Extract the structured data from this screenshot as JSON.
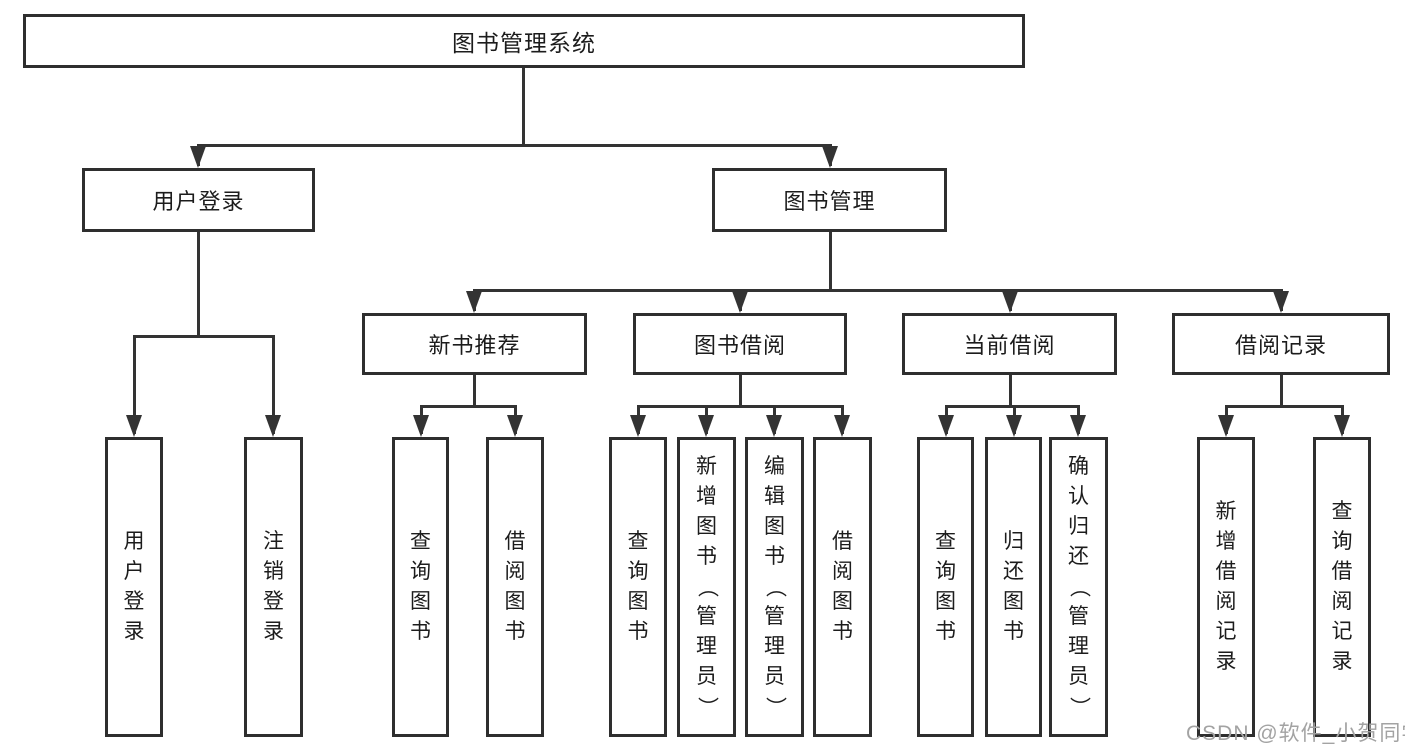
{
  "diagram": {
    "title": "图书管理系统",
    "root": {
      "label": "图书管理系统"
    },
    "level2": [
      {
        "label": "用户登录"
      },
      {
        "label": "图书管理"
      }
    ],
    "level3": [
      {
        "label": "新书推荐"
      },
      {
        "label": "图书借阅"
      },
      {
        "label": "当前借阅"
      },
      {
        "label": "借阅记录"
      }
    ],
    "leaves": [
      {
        "label": "用户登录",
        "parent": "用户登录"
      },
      {
        "label": "注销登录",
        "parent": "用户登录"
      },
      {
        "label": "查询图书",
        "parent": "新书推荐"
      },
      {
        "label": "借阅图书",
        "parent": "新书推荐"
      },
      {
        "label": "查询图书",
        "parent": "图书借阅"
      },
      {
        "label": "新增图书（管理员）",
        "parent": "图书借阅"
      },
      {
        "label": "编辑图书（管理员）",
        "parent": "图书借阅"
      },
      {
        "label": "借阅图书",
        "parent": "图书借阅"
      },
      {
        "label": "查询图书",
        "parent": "当前借阅"
      },
      {
        "label": "归还图书",
        "parent": "当前借阅"
      },
      {
        "label": "确认归还（管理员）",
        "parent": "当前借阅"
      },
      {
        "label": "新增借阅记录",
        "parent": "借阅记录"
      },
      {
        "label": "查询借阅记录",
        "parent": "借阅记录"
      }
    ]
  },
  "watermark": {
    "text": "CSDN @软件_小贺同学"
  },
  "colors": {
    "line": "#333333",
    "border": "#2e2e2e",
    "text": "#1c1c1c",
    "watermark": "#a3a3a3",
    "background": "#ffffff"
  }
}
